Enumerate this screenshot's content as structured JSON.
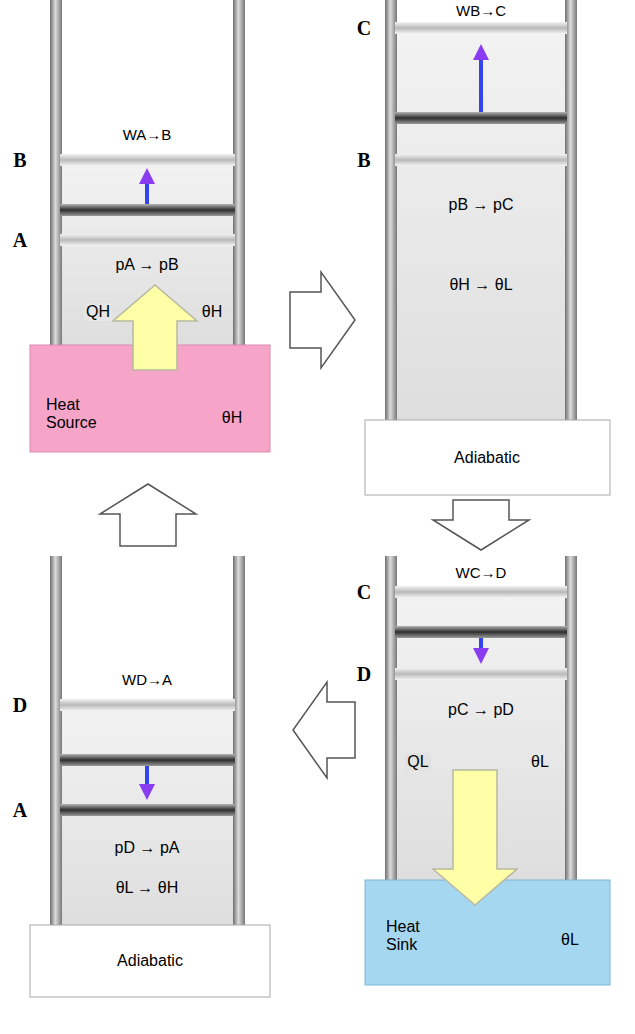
{
  "diagram": {
    "nodes": [
      {
        "text": [
          "WA→B",
          "pA → pB",
          "θH"
        ]
      },
      {
        "text": [
          "Heat Source",
          "θH"
        ]
      },
      {
        "text": [
          "WB→C",
          "pB → pC",
          "θH → θL"
        ]
      },
      {
        "text": [
          "Adiabatic"
        ]
      },
      {
        "text": [
          "WC→D",
          "pC → pD",
          "θL"
        ]
      },
      {
        "text": [
          "Heat Sink",
          "θL"
        ]
      },
      {
        "text": [
          "WD→A",
          "pD → pA",
          "θL → θH"
        ]
      },
      {
        "text": [
          "Adiabatic"
        ]
      }
    ],
    "edges": [
      {
        "from": 0,
        "to": 2,
        "arrow": "to"
      },
      {
        "from": 2,
        "to": 4,
        "arrow": "to"
      },
      {
        "from": 4,
        "to": 6,
        "arrow": "to"
      },
      {
        "from": 6,
        "to": 0,
        "arrow": "to"
      },
      {
        "from": 1,
        "to": 0,
        "label": "QH",
        "arrow": "to"
      },
      {
        "from": 4,
        "to": 5,
        "label": "QL",
        "arrow": "to"
      }
    ],
    "labels": [
      "B",
      "A",
      "C",
      "B",
      "C",
      "D",
      "D",
      "A"
    ]
  }
}
